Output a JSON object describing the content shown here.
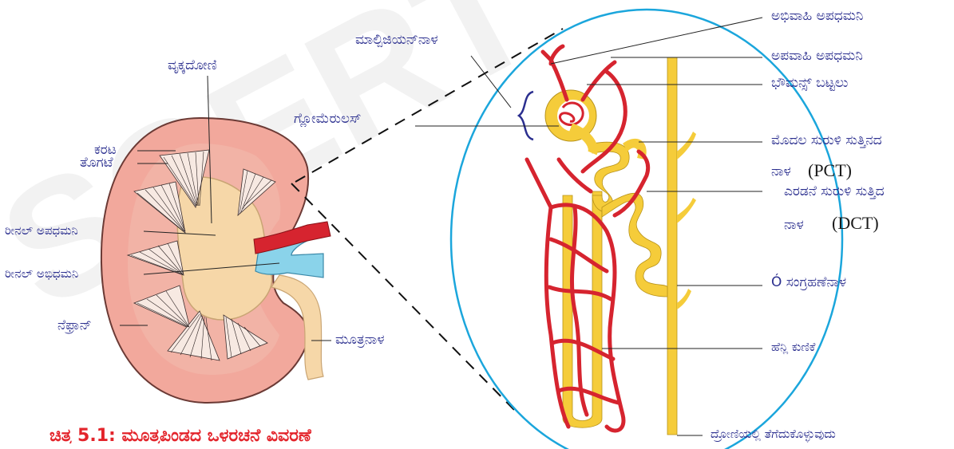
{
  "watermark": "SCERT",
  "labels": {
    "cortex": "ಕರಟ",
    "pyramid": "ತೊಗಟೆ",
    "renal_artery": "ರೀನಲ್ ಅಪಧಮನಿ",
    "renal_vein": "ರೀನಲ್ ಅಭಿಧಮನಿ",
    "nephron": "ನೆಫ್ರಾನ್",
    "pelvis": "ವೃಕ್ಕದೋಣಿ",
    "ureter": "ಮೂತ್ರನಾಳ",
    "malpighian": "ಮಾಲ್ಪಿಜಿಯನ್‌ನಾಳ",
    "glomerulus": "ಗ್ಲೋಮೆರುಲಸ್",
    "afferent": "ಅಭಿವಾಹಿ ಅಪಧಮನಿ",
    "efferent": "ಅಪವಾಹಿ ಅಪಧಮನಿ",
    "bowmans": "ಭೌಮನ್ಸ್ ಬಟ್ಟಲು",
    "pct_line1": "ಮೊದಲ ಸುರುಳಿ ಸುತ್ತಿನದ",
    "pct_line2": "ನಾಳ",
    "pct_abbr": "(PCT)",
    "dct_line1": "ಎರಡನೆ ಸುರುಳಿ ಸುತ್ತಿದ",
    "dct_line2": "ನಾಳ",
    "dct_abbr": "(DCT)",
    "collecting": "Ó ಸಂಗ್ರಹಣೆನಾಳ",
    "henle": "ಹೆನ್ಲಿ ಕುಣಿಕೆ",
    "to_pelvis": "ದ್ರೋಣಿಯಲ್ಲಿ ತೆಗೆದುಕೊಳ್ಳುವುದು"
  },
  "caption": "ಚಿತ್ರ 5.1: ಮೂತ್ರಪಿಂಡದ ಒಳರಚನೆ ವಿವರಣೆ",
  "colors": {
    "label": "#2b2f8f",
    "cortex": "#f2a89c",
    "medulla": "#f6d7a8",
    "artery": "#d6242f",
    "vein": "#8ad3ea",
    "tubule": "#f5cc3a",
    "ellipse": "#1ba6dc",
    "caption": "#e3242b"
  }
}
